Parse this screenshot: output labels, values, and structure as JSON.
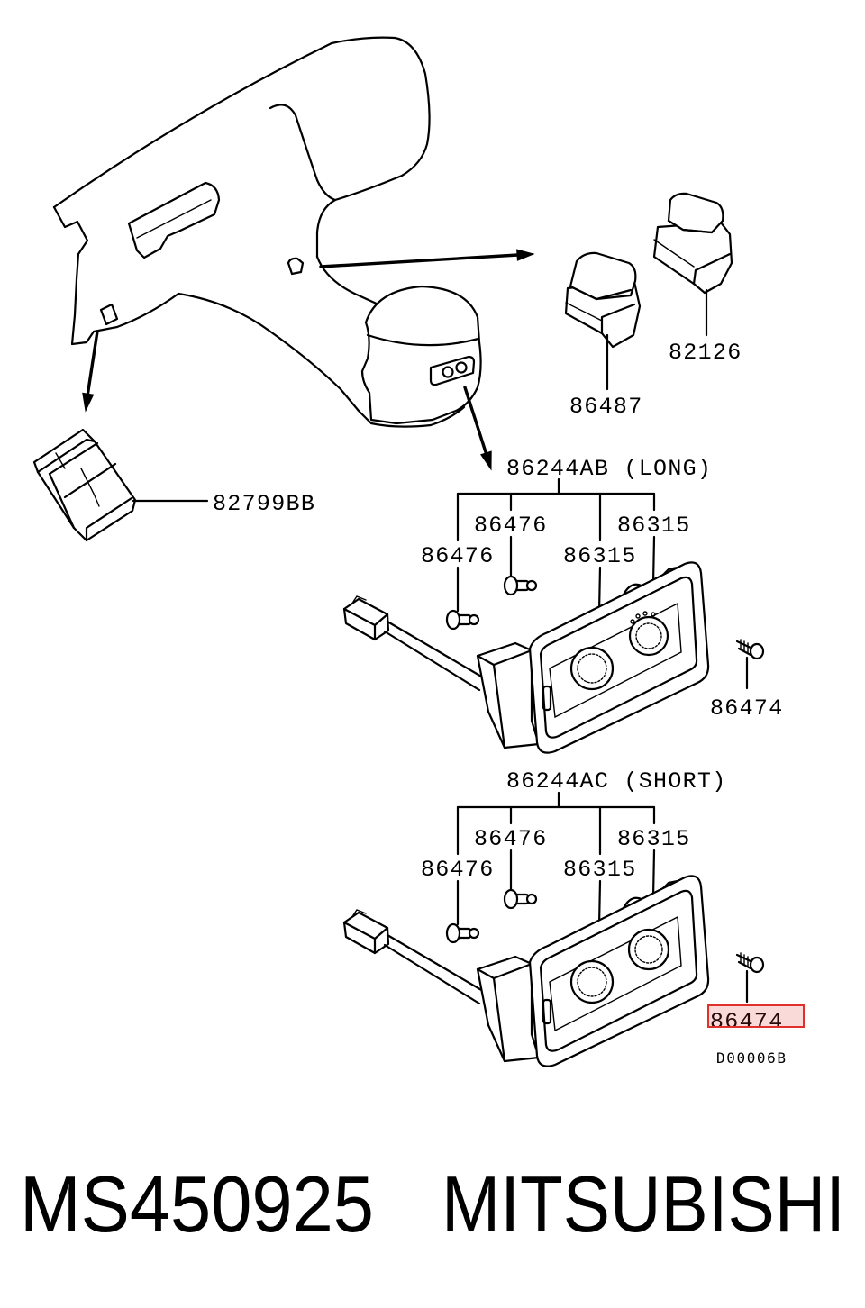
{
  "parts": {
    "switch_82126": "82126",
    "switch_86487": "86487",
    "connector_82799BB": "82799BB"
  },
  "assemblies": [
    {
      "title": "86244AB (LONG)",
      "labels": [
        "86476",
        "86315",
        "86476",
        "86315",
        "86474"
      ]
    },
    {
      "title": "86244AC (SHORT)",
      "labels": [
        "86476",
        "86315",
        "86476",
        "86315",
        "86474"
      ]
    }
  ],
  "diagram_code": "D00006B",
  "footer": {
    "part_number": "MS450925",
    "brand": "MITSUBISHI"
  },
  "colors": {
    "line": "#000000",
    "highlight": "#e0302c",
    "background": "#ffffff"
  }
}
